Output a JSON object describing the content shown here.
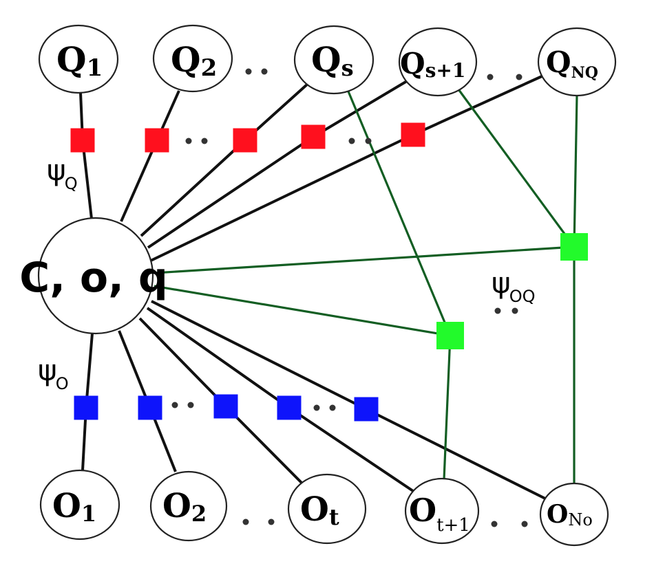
{
  "diagram": {
    "type": "factor-graph",
    "colors": {
      "psi_q_factor": "#ff101e",
      "psi_o_factor": "#0e14fb",
      "psi_oq_factor": "#22fa2b",
      "black_edge": "#111111",
      "green_edge": "#135e23"
    },
    "center_node": {
      "id": "center",
      "label": "C, o, q"
    },
    "q_nodes": [
      {
        "id": "q1",
        "base": "Q",
        "sub": "1"
      },
      {
        "id": "q2",
        "base": "Q",
        "sub": "2"
      },
      {
        "id": "qs",
        "base": "Q",
        "sub": "s"
      },
      {
        "id": "qs1",
        "base": "Q",
        "sub": "s+1"
      },
      {
        "id": "qno",
        "base": "Q",
        "sub": "NQ"
      }
    ],
    "o_nodes": [
      {
        "id": "o1",
        "base": "O",
        "sub": "1"
      },
      {
        "id": "o2",
        "base": "O",
        "sub": "2"
      },
      {
        "id": "ot",
        "base": "O",
        "sub": "t"
      },
      {
        "id": "ot1",
        "base": "O",
        "sub": "t+1"
      },
      {
        "id": "ono",
        "base": "O",
        "sub": "No"
      }
    ],
    "factor_labels": {
      "psi_q": {
        "symbol": "ψ",
        "sub": "Q"
      },
      "psi_o": {
        "symbol": "ψ",
        "sub": "O"
      },
      "psi_oq": {
        "symbol": "ψ",
        "sub": "OQ"
      }
    },
    "ellipsis": "..",
    "psi_q_factors": [
      "q1",
      "q2",
      "qs",
      "qs1",
      "qno"
    ],
    "psi_o_factors": [
      "o1",
      "o2",
      "ot",
      "ot1",
      "ono"
    ],
    "psi_oq_factors": [
      {
        "id": "f_s_t1",
        "connects": [
          "center",
          "qs",
          "ot1"
        ]
      },
      {
        "id": "f_s1_no",
        "connects": [
          "center",
          "qs1",
          "qno",
          "ono"
        ]
      }
    ]
  }
}
